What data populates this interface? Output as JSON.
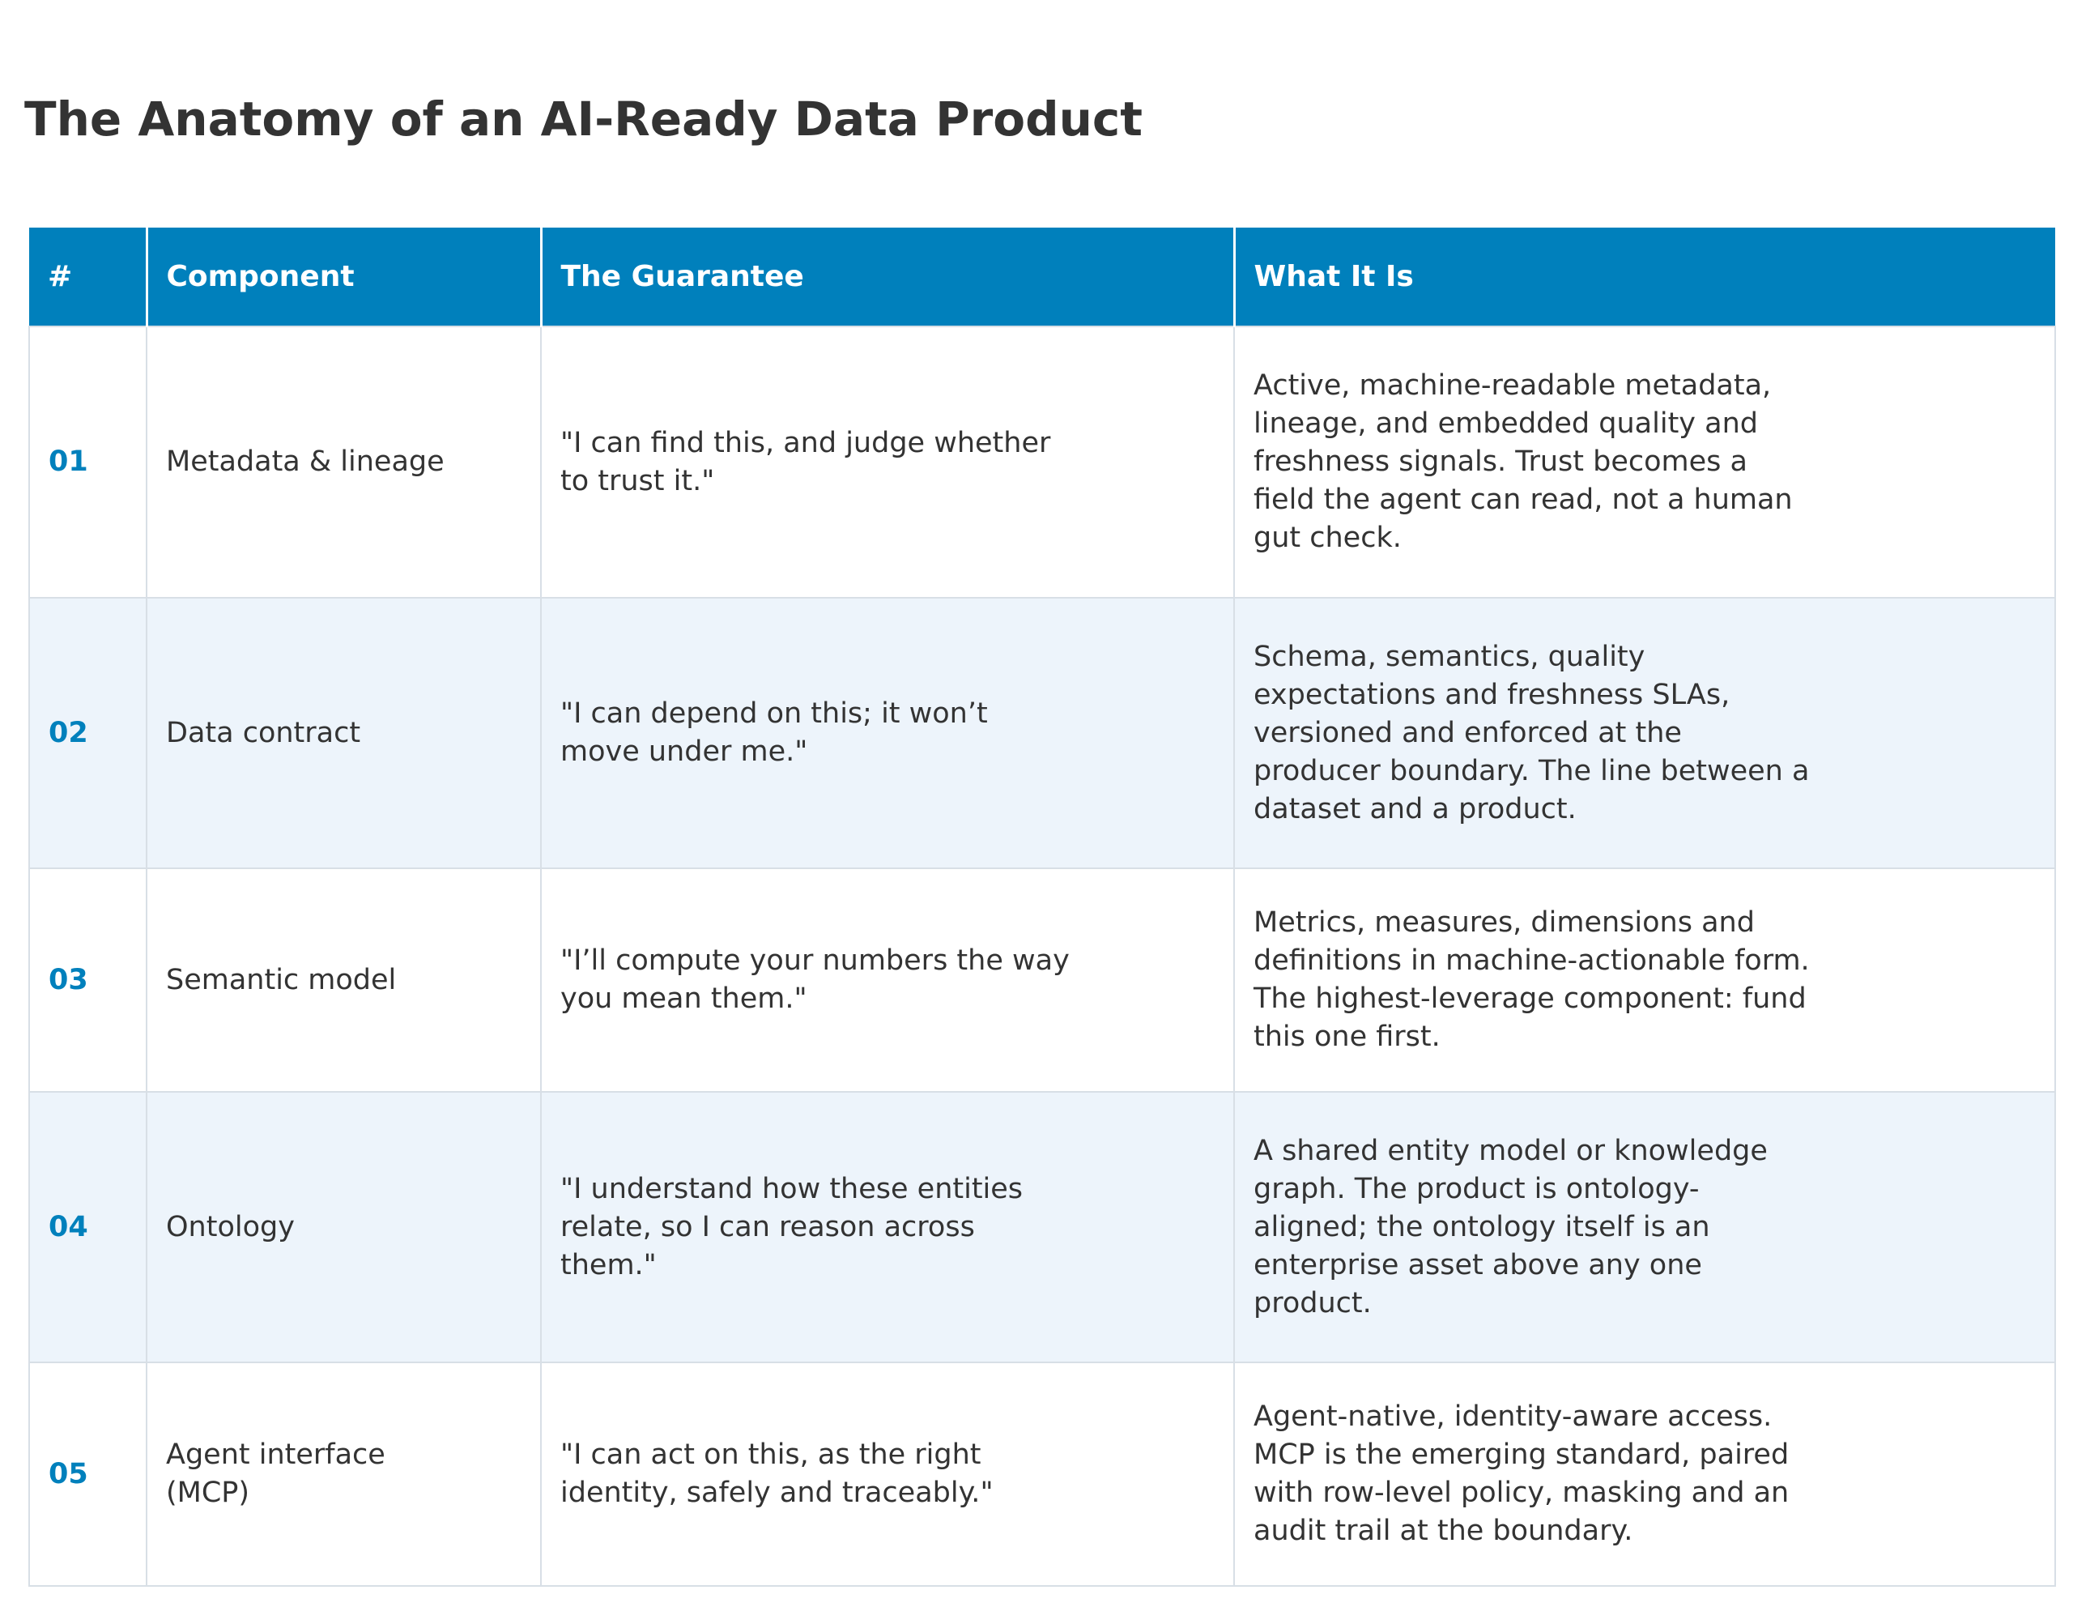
{
  "title": "The Anatomy of an AI-Ready Data Product",
  "colors": {
    "header_bg": "#0080bc",
    "number_text": "#0080bc",
    "alt_row_bg": "#edf4fb",
    "text": "#333333"
  },
  "table": {
    "headers": [
      "#",
      "Component",
      "The Guarantee",
      "What It Is"
    ],
    "rows": [
      {
        "num": "01",
        "component": "Metadata & lineage",
        "guarantee": "\"I can find this, and judge whether to trust it.\"",
        "what": "Active, machine-readable metadata, lineage, and embedded quality and freshness signals. Trust becomes a field the agent can read, not a human gut check."
      },
      {
        "num": "02",
        "component": "Data contract",
        "guarantee": "\"I can depend on this; it won’t move under me.\"",
        "what": "Schema, semantics, quality expectations and freshness SLAs, versioned and enforced at the producer boundary. The line between a dataset and a product."
      },
      {
        "num": "03",
        "component": "Semantic model",
        "guarantee": "\"I’ll compute your numbers the way you mean them.\"",
        "what": "Metrics, measures, dimensions and definitions in machine-actionable form. The highest-leverage component: fund this one first."
      },
      {
        "num": "04",
        "component": "Ontology",
        "guarantee": "\"I understand how these entities relate, so I can reason across them.\"",
        "what": "A shared entity model or knowledge graph. The product is ontology-aligned; the ontology itself is an enterprise asset above any one product."
      },
      {
        "num": "05",
        "component": "Agent interface (MCP)",
        "guarantee": "\"I can act on this, as the right identity, safely and traceably.\"",
        "what": "Agent-native, identity-aware access. MCP is the emerging standard, paired with row-level policy, masking and an audit trail at the boundary."
      }
    ]
  }
}
